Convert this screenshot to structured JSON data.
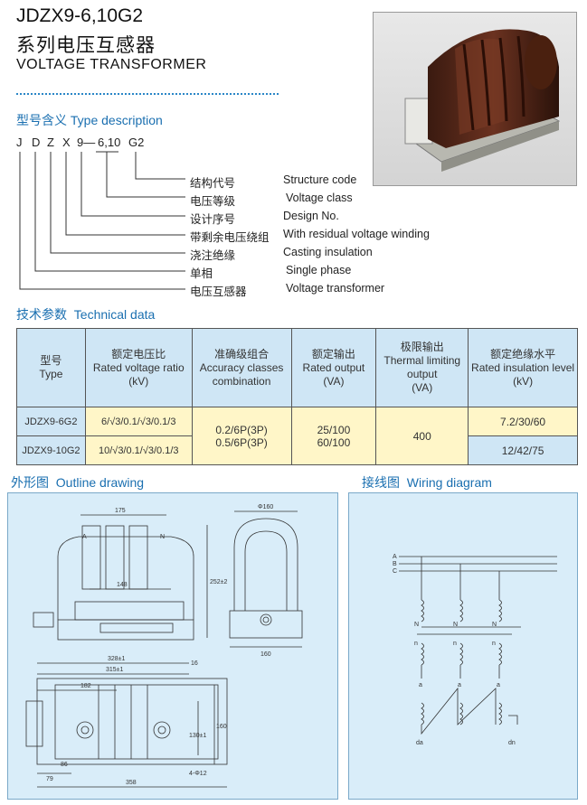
{
  "header": {
    "model": "JDZX9-6,10G2",
    "name_cn": "系列电压互感器",
    "name_en": "VOLTAGE TRANSFORMER"
  },
  "type_description": {
    "title_cn": "型号含义",
    "title_en": "Type description",
    "code": [
      "J",
      "D",
      "Z",
      "X",
      "9—",
      "6,10",
      "G2"
    ],
    "items": [
      {
        "cn": "结构代号",
        "en": "Structure code"
      },
      {
        "cn": "电压等级",
        "en": "Voltage class"
      },
      {
        "cn": "设计序号",
        "en": "Design No."
      },
      {
        "cn": "带剩余电压绕组",
        "en": "With residual voltage winding"
      },
      {
        "cn": "浇注绝缘",
        "en": "Casting insulation"
      },
      {
        "cn": "单相",
        "en": "Single phase"
      },
      {
        "cn": "电压互感器",
        "en": "Voltage transformer"
      }
    ]
  },
  "technical_data": {
    "title_cn": "技术参数",
    "title_en": "Technical data",
    "headers": [
      {
        "cn": "型号",
        "en": "Type",
        "unit": ""
      },
      {
        "cn": "额定电压比",
        "en": "Rated voltage ratio",
        "unit": "(kV)"
      },
      {
        "cn": "准确级组合",
        "en": "Accuracy classes combination",
        "unit": ""
      },
      {
        "cn": "额定输出",
        "en": "Rated output",
        "unit": "(VA)"
      },
      {
        "cn": "极限输出",
        "en": "Thermal limiting output",
        "unit": "(VA)"
      },
      {
        "cn": "额定绝缘水平",
        "en": "Rated insulation level",
        "unit": "(kV)"
      }
    ],
    "rows": [
      {
        "type": "JDZX9-6G2",
        "ratio": "6/√3/0.1/√3/0.1/3",
        "insulation": "7.2/30/60"
      },
      {
        "type": "JDZX9-10G2",
        "ratio": "10/√3/0.1/√3/0.1/3",
        "insulation": "12/42/75"
      }
    ],
    "accuracy": [
      "0.2/6P(3P)",
      "0.5/6P(3P)"
    ],
    "output": [
      "25/100",
      "60/100"
    ],
    "limiting": "400"
  },
  "outline": {
    "title_cn": "外形图",
    "title_en": "Outline drawing",
    "dims": {
      "d175": "175",
      "d148": "148",
      "phi160": "Φ160",
      "d252": "252±2",
      "d160": "160",
      "d328": "328±1",
      "d315": "315±1",
      "d16": "16",
      "d182": "182",
      "d130": "130±1",
      "d160b": "160",
      "d86": "86",
      "d79": "79",
      "d358": "358",
      "hole": "4-Φ12",
      "termA": "A",
      "termN": "N"
    }
  },
  "wiring": {
    "title_cn": "接线图",
    "title_en": "Wiring diagram",
    "labels": {
      "A": "A",
      "B": "B",
      "C": "C",
      "N": "N",
      "n": "n",
      "a": "a",
      "da": "da",
      "dn": "dn"
    }
  },
  "colors": {
    "accent": "#1a6fb0",
    "table_header": "#cfe6f5",
    "table_yellow": "#fff6c8",
    "panel": "#d9edf9"
  }
}
